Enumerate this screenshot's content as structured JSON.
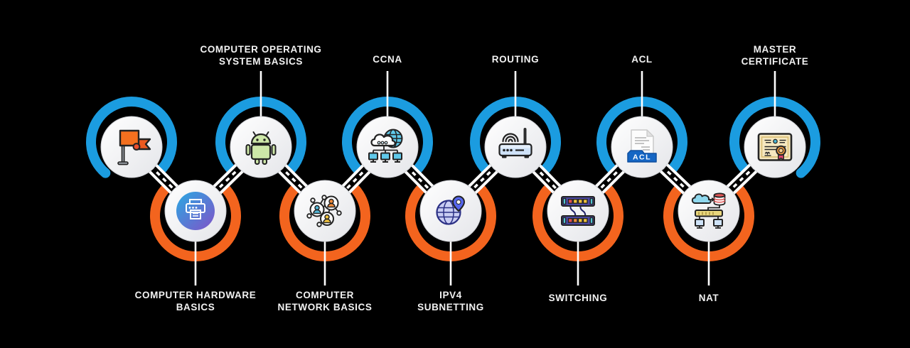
{
  "palette": {
    "background": "#000000",
    "ring_blue": "#1b9ce0",
    "ring_orange": "#f3641e",
    "label_text": "#f2f2f2",
    "link_white": "#ffffff"
  },
  "nodes": [
    {
      "id": "start",
      "row": "top",
      "ring": "blue",
      "icon": "flag-icon",
      "label": ""
    },
    {
      "id": "computer-hardware-basics",
      "row": "bottom",
      "ring": "orange",
      "icon": "printer-icon",
      "label": "COMPUTER HARDWARE\nBASICS"
    },
    {
      "id": "computer-operating-system-basics",
      "row": "top",
      "ring": "blue",
      "icon": "android-icon",
      "label": "COMPUTER OPERATING\nSYSTEM BASICS"
    },
    {
      "id": "computer-network-basics",
      "row": "bottom",
      "ring": "orange",
      "icon": "people-network-icon",
      "label": "COMPUTER\nNETWORK BASICS"
    },
    {
      "id": "ccna",
      "row": "top",
      "ring": "blue",
      "icon": "cloud-network-icon",
      "label": "CCNA"
    },
    {
      "id": "ipv4-subnetting",
      "row": "bottom",
      "ring": "orange",
      "icon": "globe-pin-icon",
      "label": "IPV4\nSUBNETTING"
    },
    {
      "id": "routing",
      "row": "top",
      "ring": "blue",
      "icon": "wireless-router-icon",
      "label": "ROUTING"
    },
    {
      "id": "switching",
      "row": "bottom",
      "ring": "orange",
      "icon": "network-switch-icon",
      "label": "SWITCHING"
    },
    {
      "id": "acl",
      "row": "top",
      "ring": "blue",
      "icon": "acl-file-icon",
      "label": "ACL"
    },
    {
      "id": "nat",
      "row": "bottom",
      "ring": "orange",
      "icon": "nat-diagram-icon",
      "label": "NAT"
    },
    {
      "id": "master-certificate",
      "row": "top",
      "ring": "blue",
      "icon": "certificate-icon",
      "label": "MASTER\nCERTIFICATE"
    }
  ],
  "icon_texts": {
    "acl_banner": "ACL"
  }
}
